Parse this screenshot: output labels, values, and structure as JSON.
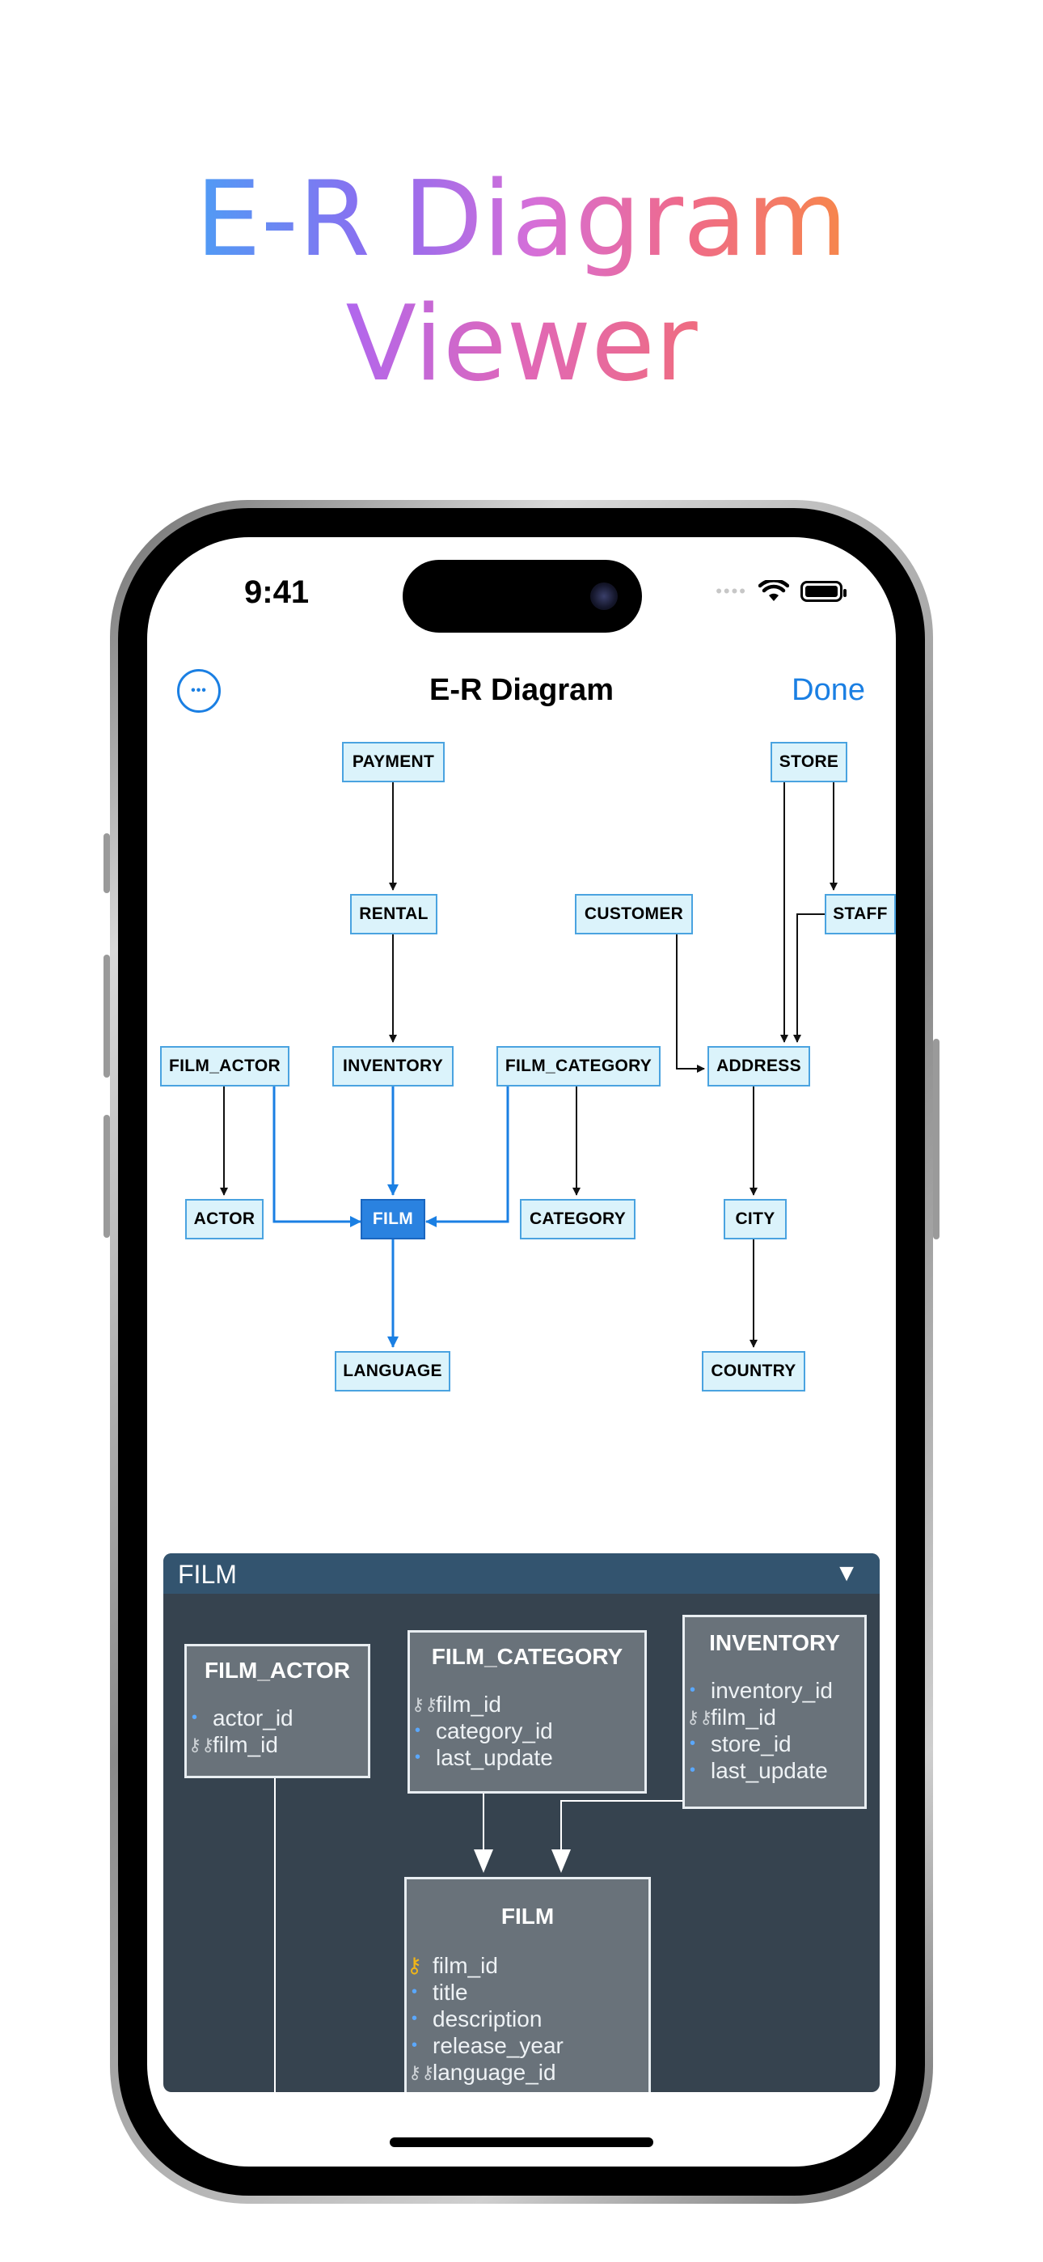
{
  "hero": {
    "line1": "E-R Diagram",
    "line2": "Viewer"
  },
  "status": {
    "time": "9:41"
  },
  "nav": {
    "title": "E-R Diagram",
    "done": "Done",
    "more": "•••"
  },
  "entities": {
    "payment": "PAYMENT",
    "store": "STORE",
    "rental": "RENTAL",
    "customer": "CUSTOMER",
    "staff": "STAFF",
    "film_actor": "FILM_ACTOR",
    "inventory": "INVENTORY",
    "film_category": "FILM_CATEGORY",
    "address": "ADDRESS",
    "actor": "ACTOR",
    "film": "FILM",
    "category": "CATEGORY",
    "city": "CITY",
    "language": "LANGUAGE",
    "country": "COUNTRY"
  },
  "panel": {
    "title": "FILM",
    "toggle": "▼",
    "tables": {
      "film_actor": {
        "title": "FILM_ACTOR",
        "columns": [
          "actor_id",
          "film_id"
        ]
      },
      "film_category": {
        "title": "FILM_CATEGORY",
        "columns": [
          "film_id",
          "category_id",
          "last_update"
        ]
      },
      "inventory": {
        "title": "INVENTORY",
        "columns": [
          "inventory_id",
          "film_id",
          "store_id",
          "last_update"
        ]
      },
      "film": {
        "title": "FILM",
        "columns": [
          "film_id",
          "title",
          "description",
          "release_year",
          "language_id"
        ]
      }
    }
  },
  "colors": {
    "accent": "#1a7fe3",
    "entity_fill": "#dbf3fb",
    "entity_border": "#4aa3e0",
    "selected": "#2a82e0",
    "panel_bg": "#36434f"
  }
}
